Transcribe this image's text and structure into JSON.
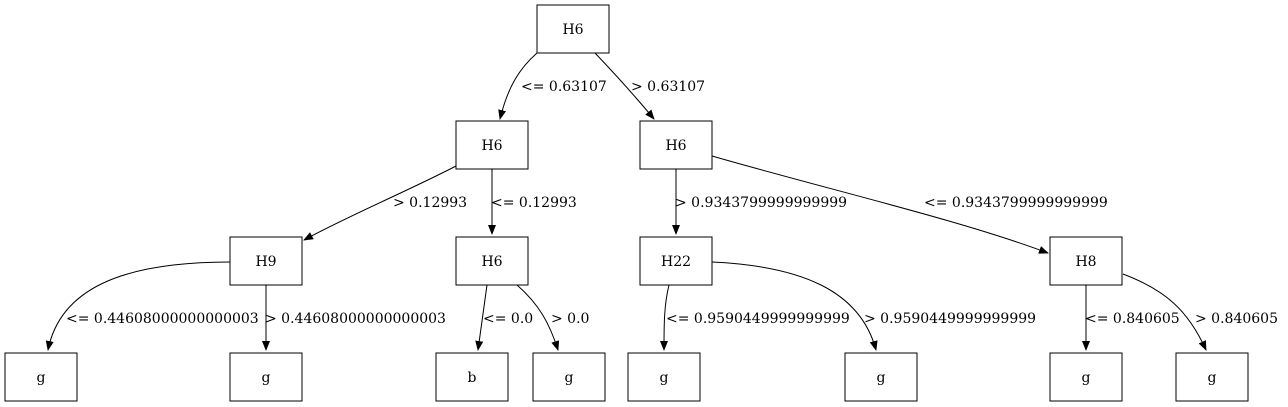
{
  "nodes": [
    {
      "id": "n0",
      "label": "H6"
    },
    {
      "id": "n1",
      "label": "H6"
    },
    {
      "id": "n2",
      "label": "H6"
    },
    {
      "id": "n3",
      "label": "H9"
    },
    {
      "id": "n4",
      "label": "H6"
    },
    {
      "id": "n5",
      "label": "H22"
    },
    {
      "id": "n6",
      "label": "H8"
    },
    {
      "id": "n7",
      "label": "g"
    },
    {
      "id": "n8",
      "label": "g"
    },
    {
      "id": "n9",
      "label": "b"
    },
    {
      "id": "n10",
      "label": "g"
    },
    {
      "id": "n11",
      "label": "g"
    },
    {
      "id": "n12",
      "label": "g"
    },
    {
      "id": "n13",
      "label": "g"
    },
    {
      "id": "n14",
      "label": "g"
    }
  ],
  "edges": [
    {
      "from": "n0",
      "to": "n1",
      "label": "<= 0.63107"
    },
    {
      "from": "n0",
      "to": "n2",
      "label": "> 0.63107"
    },
    {
      "from": "n1",
      "to": "n3",
      "label": "> 0.12993"
    },
    {
      "from": "n1",
      "to": "n4",
      "label": "<= 0.12993"
    },
    {
      "from": "n2",
      "to": "n5",
      "label": "> 0.9343799999999999"
    },
    {
      "from": "n2",
      "to": "n6",
      "label": "<= 0.9343799999999999"
    },
    {
      "from": "n3",
      "to": "n7",
      "label": "<= 0.44608000000000003"
    },
    {
      "from": "n3",
      "to": "n8",
      "label": "> 0.44608000000000003"
    },
    {
      "from": "n4",
      "to": "n9",
      "label": "<= 0.0"
    },
    {
      "from": "n4",
      "to": "n10",
      "label": "> 0.0"
    },
    {
      "from": "n5",
      "to": "n11",
      "label": "<= 0.9590449999999999"
    },
    {
      "from": "n5",
      "to": "n12",
      "label": "> 0.9590449999999999"
    },
    {
      "from": "n6",
      "to": "n13",
      "label": "<= 0.840605"
    },
    {
      "from": "n6",
      "to": "n14",
      "label": "> 0.840605"
    }
  ]
}
